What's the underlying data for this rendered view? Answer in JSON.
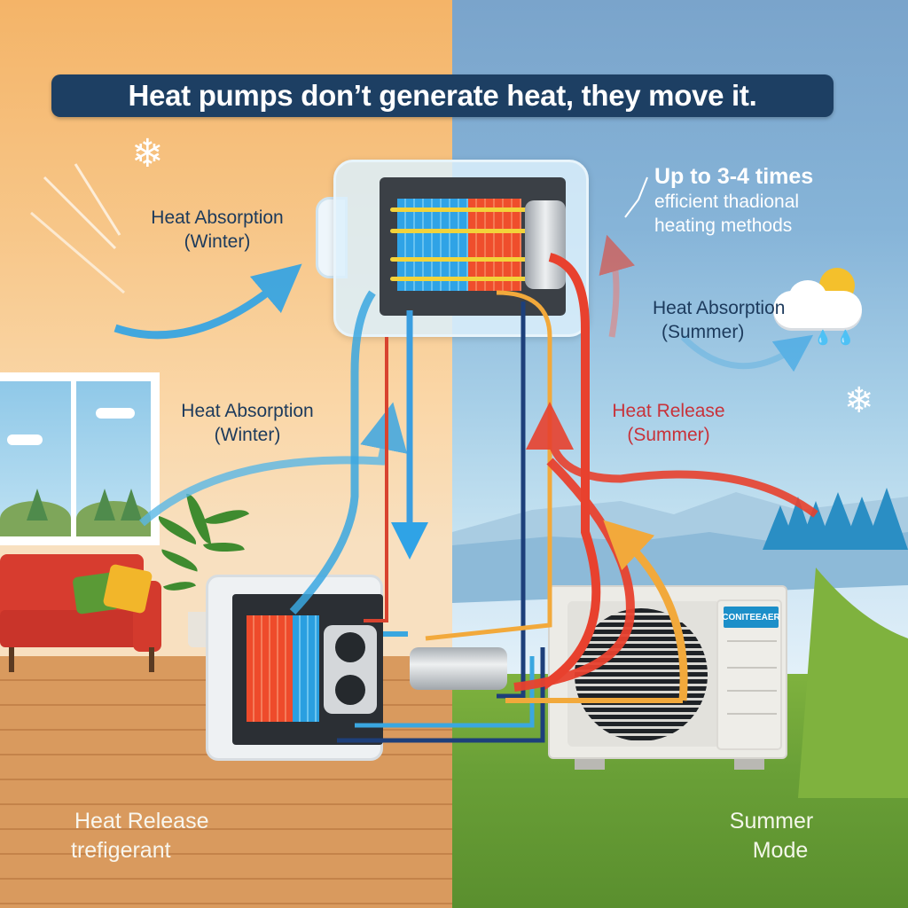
{
  "title": "Heat pumps don’t generate heat, they move it.",
  "callout": {
    "line1": "Up to 3-4 times",
    "line2": "efficient thadional",
    "line3": "heating methods"
  },
  "labels": {
    "absorption_winter_top": {
      "line1": "Heat Absorption",
      "line2": "(Winter)"
    },
    "absorption_winter_mid": {
      "line1": "Heat Absorption",
      "line2": "(Winter)"
    },
    "absorption_summer": {
      "line1": "Heat Absorption",
      "line2": "(Summer)"
    },
    "release_summer": {
      "line1": "Heat Release",
      "line2": "(Summer)"
    },
    "release_refrigerant": {
      "line1": "Heat Release",
      "line2": "trefigerant"
    },
    "summer_mode": {
      "line1": "Summer",
      "line2": "Mode"
    }
  },
  "outdoor_unit": {
    "brand": "CONITEEAER"
  },
  "icons": [
    "snowflake-icon",
    "sun-cloud-icon",
    "rain-icon",
    "snowflake-icon"
  ],
  "colors": {
    "warm_side": "#f4b468",
    "cool_side": "#7aa4cb",
    "title_bg": "#1d3f63",
    "cold_flow": "#2fa3e6",
    "hot_flow": "#e8412e",
    "warm_flow": "#f2a93b",
    "pipe_dark": "#1d3f7a"
  }
}
